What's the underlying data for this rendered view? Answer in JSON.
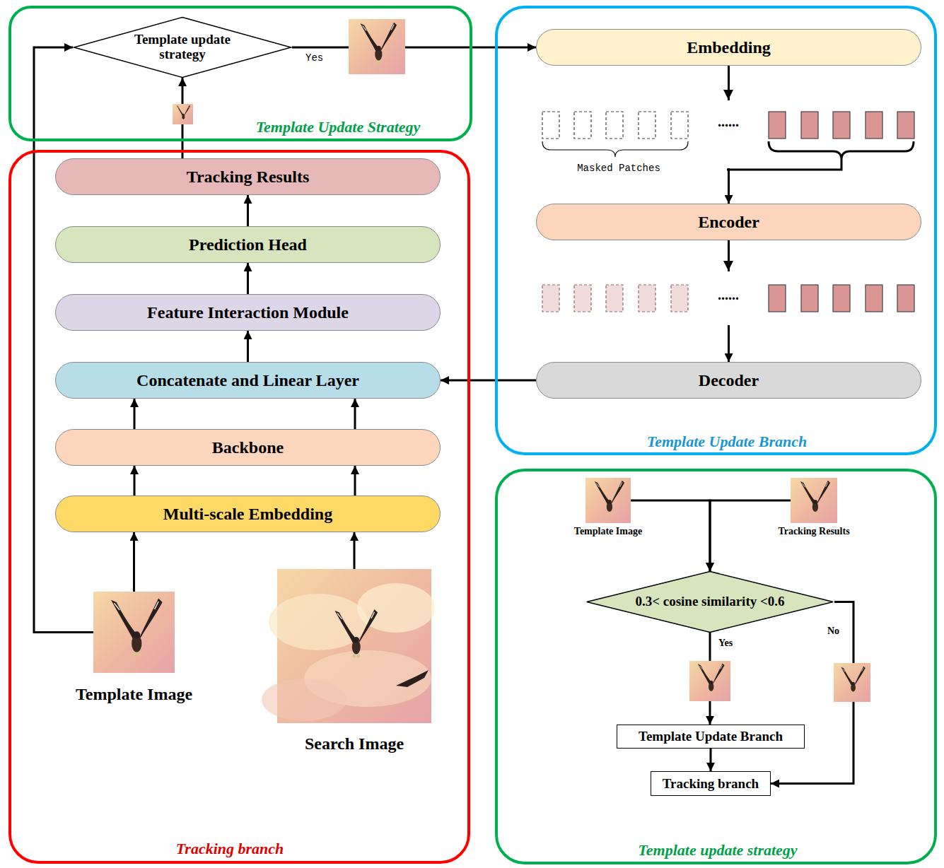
{
  "diagram": {
    "nodes": [
      {
        "text": [
          "Template Update Strategy"
        ]
      },
      {
        "text": [
          "Template update strategy"
        ],
        "in": 0
      },
      {
        "text": [
          "Template Update Branch"
        ]
      },
      {
        "text": [
          "Embedding"
        ],
        "in": 2
      },
      {
        "text": [
          "Encoder"
        ],
        "in": 2
      },
      {
        "text": [
          "Decoder"
        ],
        "in": 2
      },
      {
        "text": [
          "Tracking branch"
        ]
      },
      {
        "text": [
          "Tracking Results"
        ],
        "in": 6
      },
      {
        "text": [
          "Prediction Head"
        ],
        "in": 6
      },
      {
        "text": [
          "Feature Interaction Module"
        ],
        "in": 6
      },
      {
        "text": [
          "Concatenate and Linear Layer"
        ],
        "in": 6
      },
      {
        "text": [
          "Backbone"
        ],
        "in": 6
      },
      {
        "text": [
          "Multi-scale Embedding"
        ],
        "in": 6
      },
      {
        "text": [
          "Template Image"
        ],
        "in": 6
      },
      {
        "text": [
          "Search Image"
        ],
        "in": 6
      },
      {
        "text": [
          "Template update strategy"
        ]
      },
      {
        "text": [
          "Template Image"
        ],
        "in": 15
      },
      {
        "text": [
          "Tracking Results"
        ],
        "in": 15
      },
      {
        "text": [
          "0.3< cosine similarity <0.6"
        ],
        "in": 15
      },
      {
        "text": [
          "Template Update Branch"
        ],
        "in": 15
      },
      {
        "text": [
          "Tracking branch"
        ],
        "in": 15
      }
    ],
    "edges": [
      {
        "from": 13,
        "to": 1,
        "arrow": "to"
      },
      {
        "from": 7,
        "to": 1,
        "arrow": "to"
      },
      {
        "from": 1,
        "to": 3,
        "label": "Yes",
        "arrow": "to"
      },
      {
        "from": 3,
        "to": 4,
        "arrow": "to"
      },
      {
        "from": 4,
        "to": 5,
        "arrow": "to"
      },
      {
        "from": 5,
        "to": 10,
        "arrow": "to"
      },
      {
        "from": 13,
        "to": 12,
        "arrow": "to"
      },
      {
        "from": 14,
        "to": 12,
        "arrow": "to"
      },
      {
        "from": 12,
        "to": 11,
        "arrow": "to"
      },
      {
        "from": 12,
        "to": 11,
        "arrow": "to"
      },
      {
        "from": 11,
        "to": 10,
        "arrow": "to"
      },
      {
        "from": 11,
        "to": 10,
        "arrow": "to"
      },
      {
        "from": 10,
        "to": 9,
        "arrow": "to"
      },
      {
        "from": 9,
        "to": 8,
        "arrow": "to"
      },
      {
        "from": 8,
        "to": 7,
        "arrow": "to"
      },
      {
        "from": 16,
        "to": 18,
        "arrow": "to"
      },
      {
        "from": 17,
        "to": 18,
        "arrow": "to"
      },
      {
        "from": 18,
        "to": 19,
        "label": "Yes",
        "arrow": "to"
      },
      {
        "from": 18,
        "to": 20,
        "label": "No",
        "arrow": "to"
      },
      {
        "from": 19,
        "to": 20,
        "arrow": "to"
      }
    ],
    "labels": [
      "Masked Patches",
      "......",
      "......"
    ]
  }
}
